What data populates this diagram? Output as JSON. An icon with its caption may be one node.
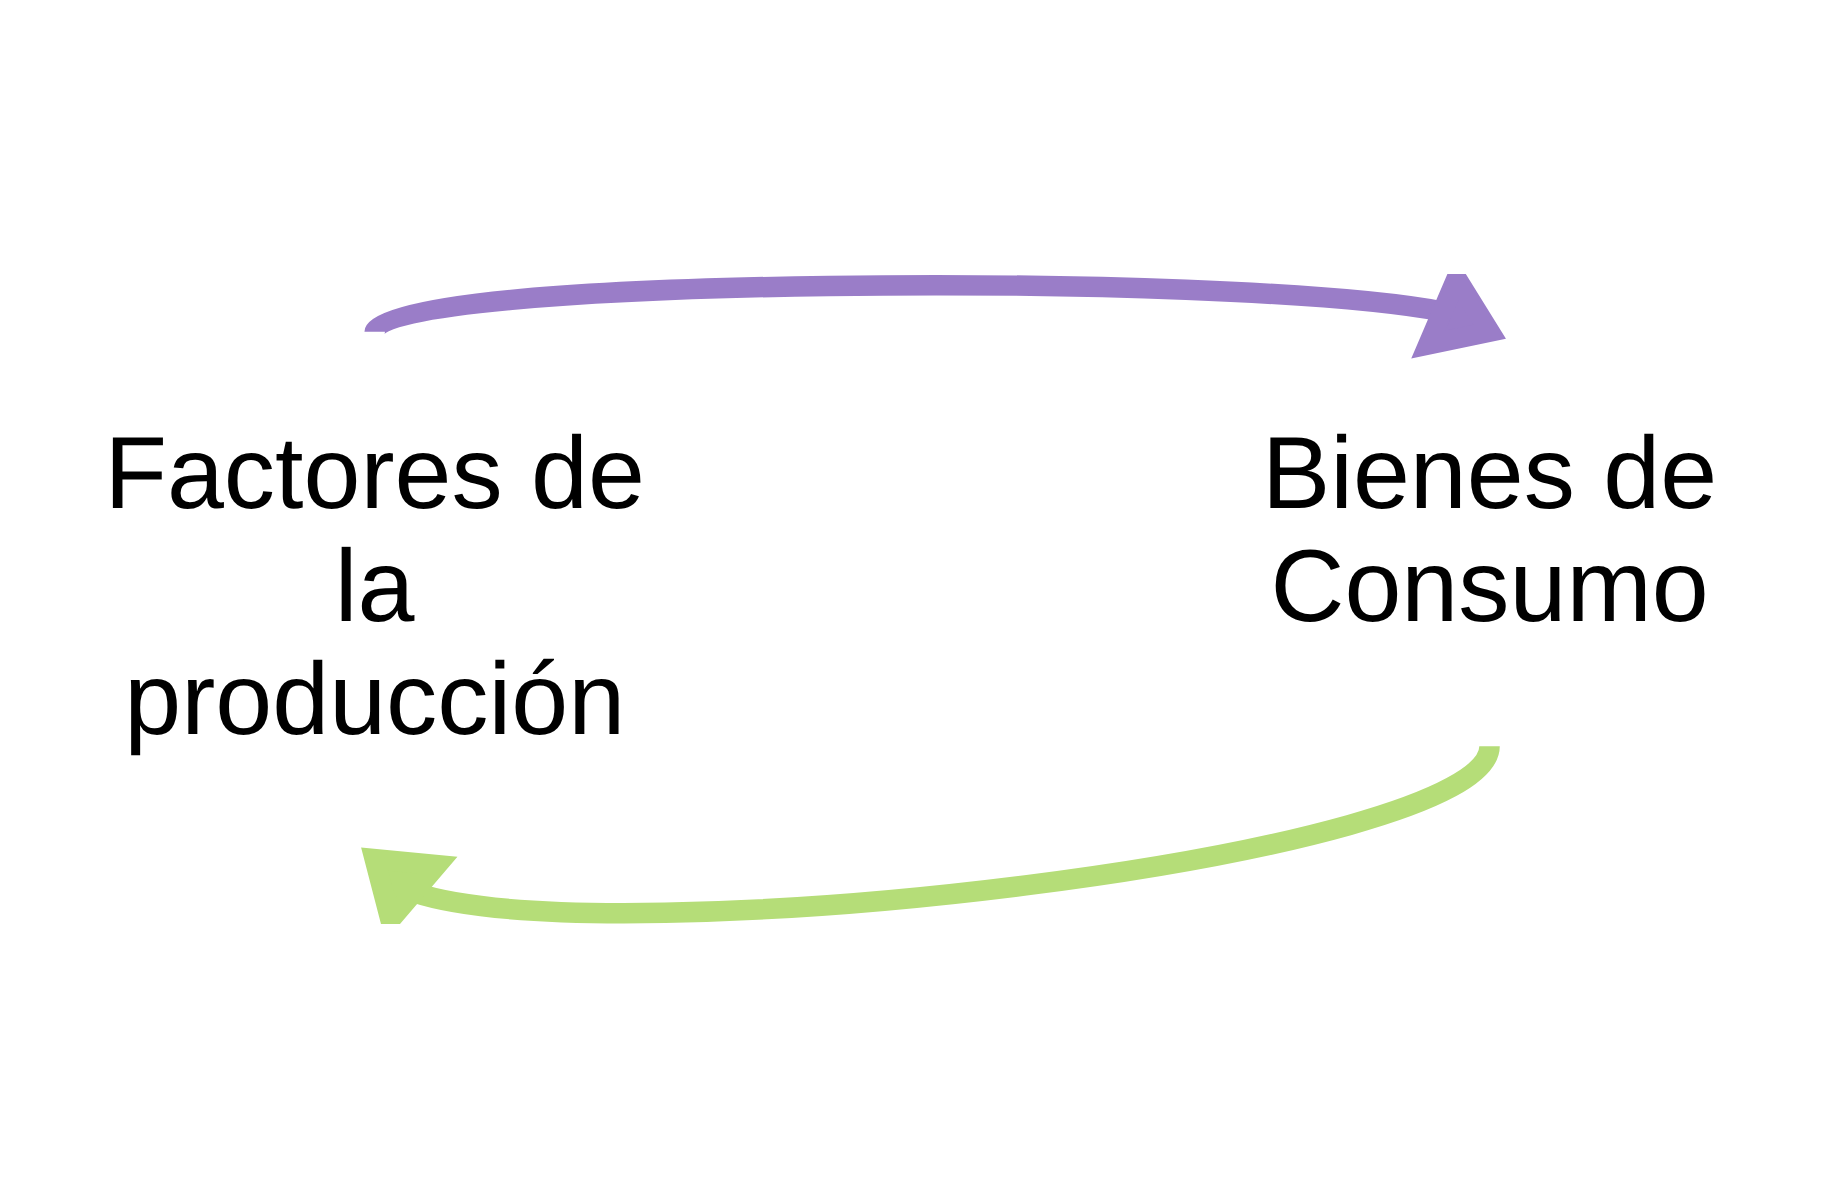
{
  "diagram": {
    "nodes": [
      {
        "text": [
          "Factores de la producción"
        ]
      },
      {
        "text": [
          "Bienes de Consumo"
        ]
      }
    ],
    "edges": [
      {
        "from": 0,
        "to": 1,
        "arrow": "to",
        "color": "#9a7dc8"
      },
      {
        "from": 1,
        "to": 0,
        "arrow": "to",
        "color": "#b5dd78"
      }
    ]
  }
}
